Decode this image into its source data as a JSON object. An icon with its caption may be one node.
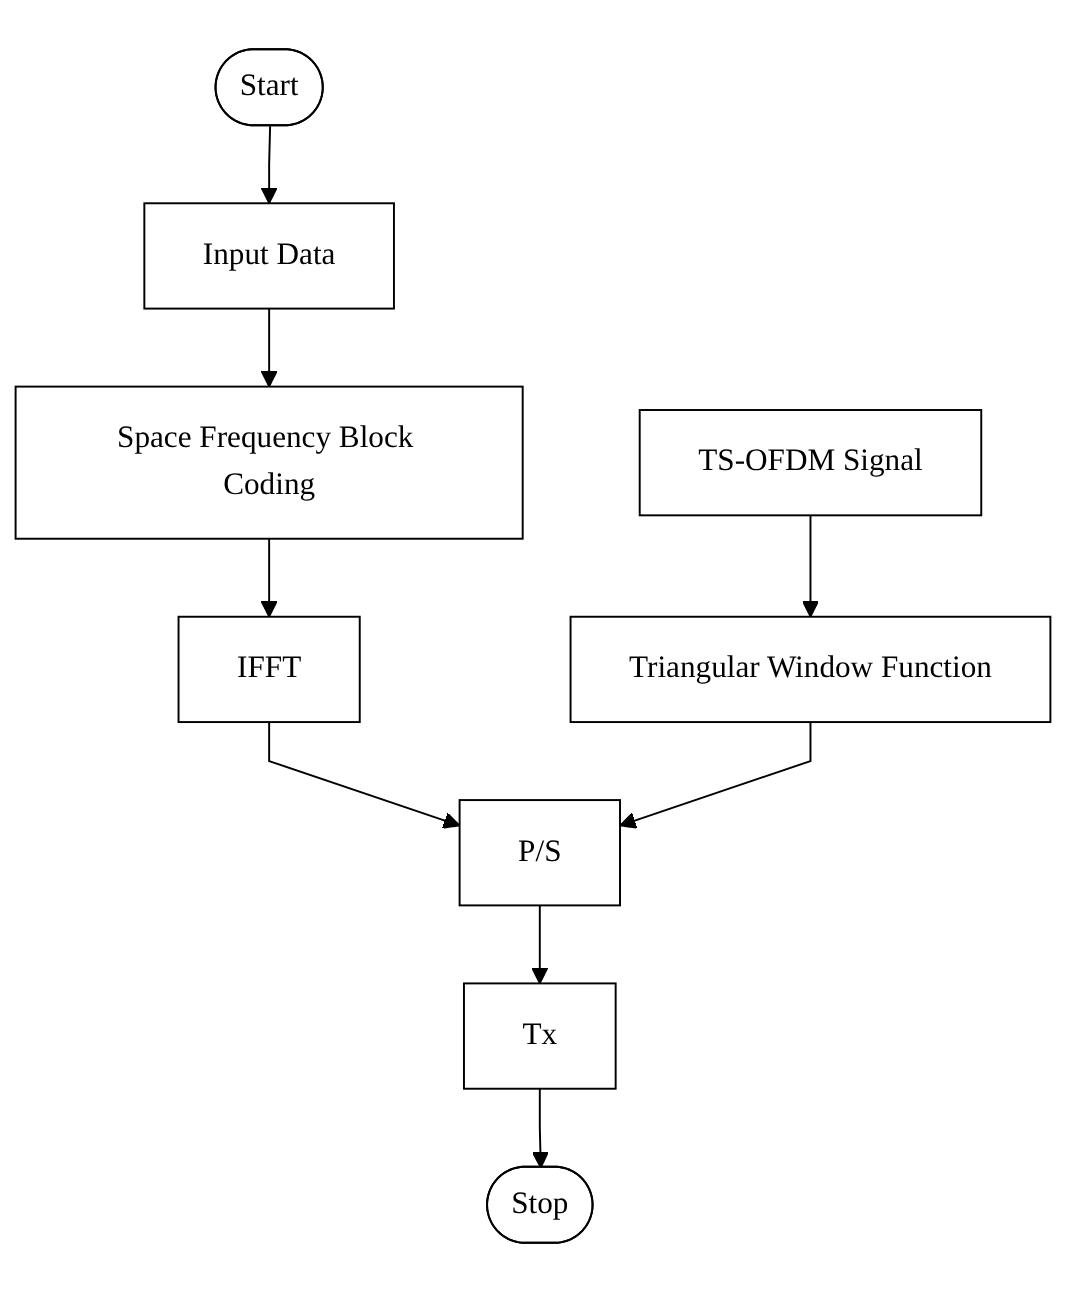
{
  "diagram": {
    "nodes": [
      {
        "text": [
          "Start"
        ]
      },
      {
        "text": [
          "Input Data"
        ]
      },
      {
        "text": [
          "Space Frequency Block Coding"
        ]
      },
      {
        "text": [
          "IFFT"
        ]
      },
      {
        "text": [
          "P/S"
        ]
      },
      {
        "text": [
          "Tx"
        ]
      },
      {
        "text": [
          "Stop"
        ]
      },
      {
        "text": [
          "TS-OFDM Signal"
        ]
      },
      {
        "text": [
          "Triangular Window Function"
        ]
      }
    ],
    "edges": [
      {
        "from": 0,
        "to": 1,
        "arrow": "to"
      },
      {
        "from": 1,
        "to": 2,
        "arrow": "to"
      },
      {
        "from": 2,
        "to": 3,
        "arrow": "to"
      },
      {
        "from": 3,
        "to": 4,
        "arrow": "to"
      },
      {
        "from": 4,
        "to": 5,
        "arrow": "to"
      },
      {
        "from": 5,
        "to": 6,
        "arrow": "to"
      },
      {
        "from": 7,
        "to": 8,
        "arrow": "to"
      },
      {
        "from": 8,
        "to": 4,
        "arrow": "to"
      }
    ]
  }
}
